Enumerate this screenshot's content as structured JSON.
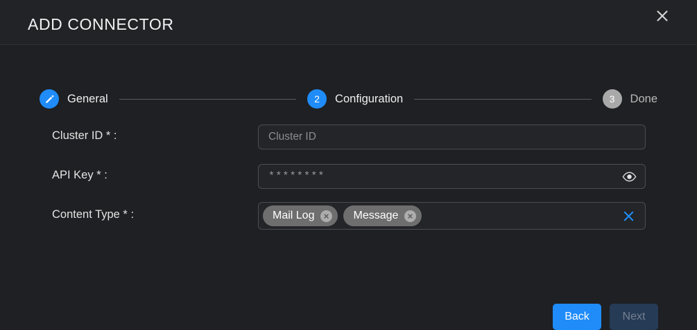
{
  "header": {
    "title": "ADD CONNECTOR",
    "close_icon": "close-icon"
  },
  "stepper": {
    "steps": [
      {
        "marker": "✎",
        "label": "General",
        "state": "done",
        "icon": "pencil-icon"
      },
      {
        "marker": "2",
        "label": "Configuration",
        "state": "active",
        "icon": ""
      },
      {
        "marker": "3",
        "label": "Done",
        "state": "inactive",
        "icon": ""
      }
    ]
  },
  "form": {
    "fields": [
      {
        "label": "Cluster ID * :",
        "type": "text",
        "value": "",
        "placeholder": "Cluster ID"
      },
      {
        "label": "API Key * :",
        "type": "password",
        "value": "********",
        "placeholder": "",
        "reveal_icon": "eye-icon"
      },
      {
        "label": "Content Type * :",
        "type": "multiselect",
        "chips": [
          {
            "text": "Mail Log",
            "remove_icon": "chip-close-icon"
          },
          {
            "text": "Message",
            "remove_icon": "chip-close-icon"
          }
        ],
        "clear_icon": "clear-all-icon"
      }
    ]
  },
  "footer": {
    "back_label": "Back",
    "next_label": "Next",
    "next_disabled": true
  },
  "colors": {
    "accent": "#1f8cf9",
    "background": "#1e2023",
    "header_background": "#212326",
    "field_border": "#4b4e52",
    "chip_background": "#6e6e6e",
    "disabled_button": "#263b56",
    "inactive_step": "#a9a9a9"
  }
}
